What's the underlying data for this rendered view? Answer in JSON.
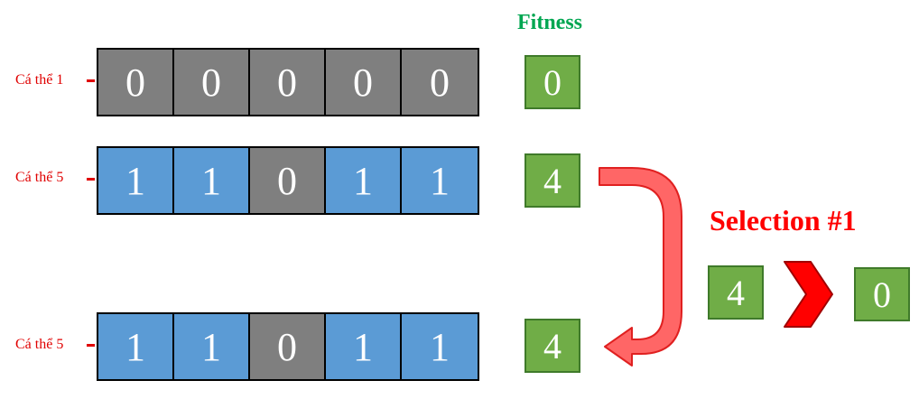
{
  "fitness_header": "Fitness",
  "rows": [
    {
      "label": "Cá thể 1",
      "genes": [
        "0",
        "0",
        "0",
        "0",
        "0"
      ],
      "fitness": "0"
    },
    {
      "label": "Cá thể 5",
      "genes": [
        "1",
        "1",
        "0",
        "1",
        "1"
      ],
      "fitness": "4"
    },
    {
      "label": "Cá thể 5",
      "genes": [
        "1",
        "1",
        "0",
        "1",
        "1"
      ],
      "fitness": "4"
    }
  ],
  "selection": {
    "title": "Selection  #1",
    "left_value": "4",
    "right_value": "0"
  },
  "colors": {
    "gene_zero": "#7f7f7f",
    "gene_one": "#5b9bd5",
    "fitness_box": "#70ad47",
    "fitness_header": "#00a651",
    "label": "#e00000",
    "arrow": "#ff6666"
  }
}
